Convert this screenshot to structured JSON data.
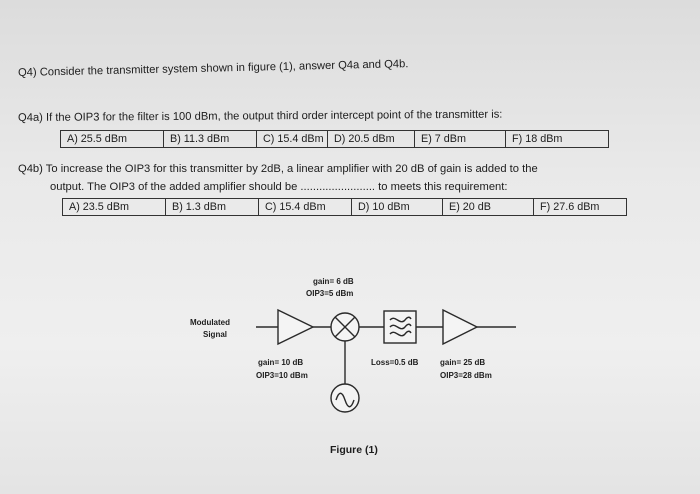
{
  "q4": {
    "intro": "Q4) Consider the transmitter system shown in figure (1), answer Q4a and Q4b."
  },
  "q4a": {
    "text": "Q4a) If the OIP3 for the filter is 100 dBm, the output third order intercept point of the transmitter is:",
    "options": [
      "A) 25.5 dBm",
      "B) 11.3 dBm",
      "C) 15.4 dBm",
      "D) 20.5 dBm",
      "E) 7 dBm",
      "F) 18 dBm"
    ]
  },
  "q4b": {
    "line1": "Q4b) To increase the OIP3 for this transmitter by 2dB, a linear amplifier with 20 dB of gain is added to the",
    "line2": "output. The OIP3 of the added amplifier should be ........................ to meets this requirement:",
    "options": [
      "A) 23.5 dBm",
      "B) 1.3 dBm",
      "C) 15.4 dBm",
      "D) 10 dBm",
      "E) 20 dB",
      "F) 27.6 dBm"
    ]
  },
  "figure": {
    "input_label_1": "Modulated",
    "input_label_2": "Signal",
    "amp1_gain": "gain= 10 dB",
    "amp1_oip3": "OIP3=10 dBm",
    "mixer_gain": "gain= 6 dB",
    "mixer_oip3": "OIP3=5 dBm",
    "filter_loss": "Loss=0.5 dB",
    "amp2_gain": "gain= 25 dB",
    "amp2_oip3": "OIP3=28 dBm",
    "caption": "Figure (1)"
  }
}
